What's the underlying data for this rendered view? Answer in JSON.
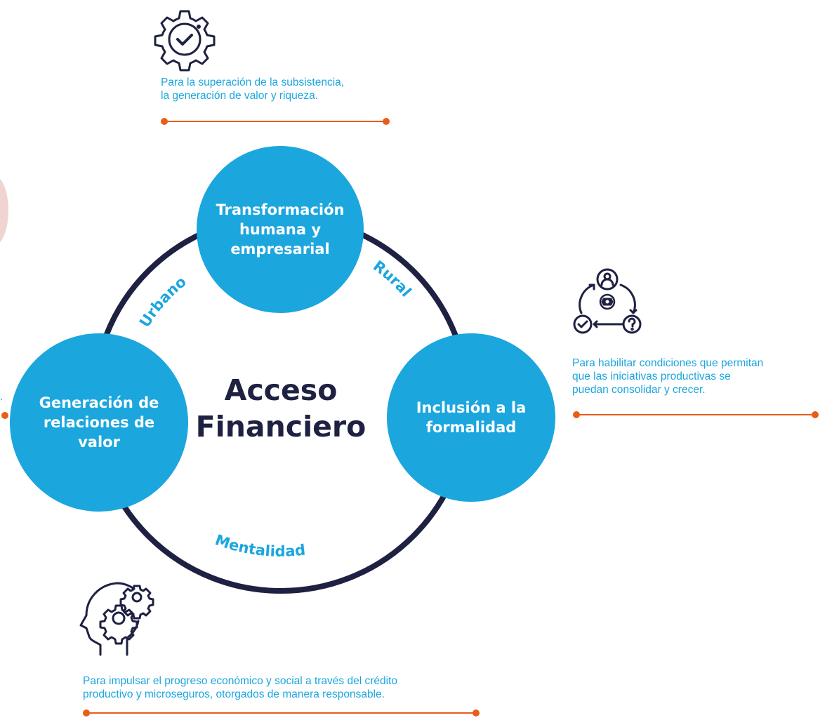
{
  "colors": {
    "accent_blue": "#1ba6de",
    "navy": "#1e2142",
    "orange": "#e85d1a"
  },
  "center": {
    "line1": "Acceso",
    "line2": "Financiero"
  },
  "nodes": {
    "top": {
      "line1": "Transformación",
      "line2": "humana y",
      "line3": "empresarial"
    },
    "left": {
      "line1": "Generación de",
      "line2": "relaciones de",
      "line3": "valor"
    },
    "right": {
      "line1": "Inclusión a la",
      "line2": "formalidad"
    }
  },
  "arc_labels": {
    "urbano": "Urbano",
    "rural": "Rural",
    "mentalidad": "Mentalidad"
  },
  "captions": {
    "top": {
      "line1": "Para la superación de la subsistencia,",
      "line2": "la generación de valor y riqueza."
    },
    "right": {
      "line1": "Para habilitar condiciones que permitan",
      "line2": "que las iniciativas productivas se",
      "line3": "puedan consolidar y crecer."
    },
    "bottom": {
      "line1": "Para impulsar el progreso económico y social a través del crédito",
      "line2": "productivo y microseguros, otorgados de manera responsable."
    },
    "left_fragment": "."
  },
  "icons": {
    "top": "gear-check-icon",
    "right": "cycle-process-icon",
    "bottom": "head-gears-icon"
  }
}
